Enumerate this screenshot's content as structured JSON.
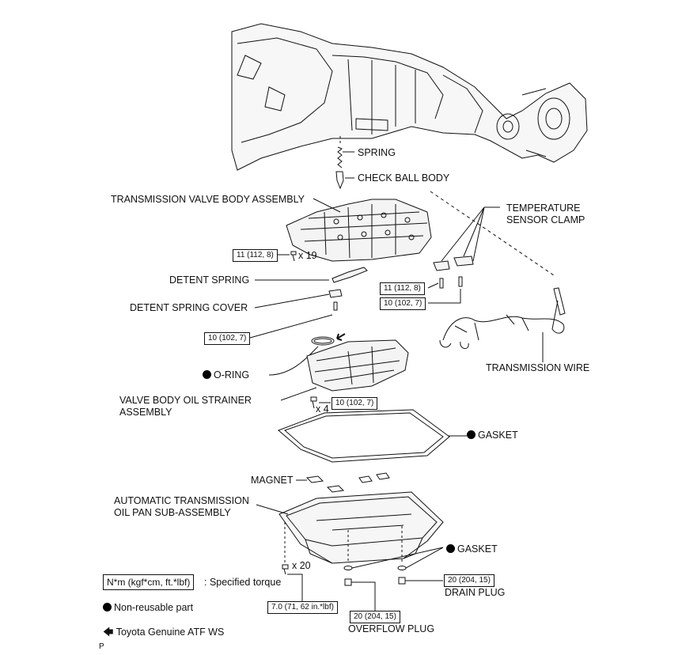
{
  "labels": {
    "spring": "SPRING",
    "check_ball_body": "CHECK BALL BODY",
    "valve_body_assembly": "TRANSMISSION VALVE BODY ASSEMBLY",
    "temperature_sensor_clamp": [
      "TEMPERATURE",
      "SENSOR CLAMP"
    ],
    "detent_spring": "DETENT SPRING",
    "detent_spring_cover": "DETENT SPRING COVER",
    "o_ring": "O-RING",
    "strainer": [
      "VALVE BODY OIL STRAINER",
      "ASSEMBLY"
    ],
    "transmission_wire": "TRANSMISSION WIRE",
    "gasket_top": "GASKET",
    "magnet": "MAGNET",
    "oil_pan": [
      "AUTOMATIC TRANSMISSION",
      "OIL PAN SUB-ASSEMBLY"
    ],
    "gasket_bottom": "GASKET",
    "drain_plug": "DRAIN PLUG",
    "overflow_plug": "OVERFLOW PLUG"
  },
  "torques": {
    "valve_body_bolts": "11 (112, 8)",
    "detent_cover_bolt": "10 (102, 7)",
    "clamp_bolt_a": "11 (112, 8)",
    "clamp_bolt_b": "10 (102, 7)",
    "strainer_bolts": "10 (102, 7)",
    "pan_bolts": "7.0 (71, 62 in.*lbf)",
    "drain_plug": "20 (204, 15)",
    "overflow_plug": "20 (204, 15)"
  },
  "quantities": {
    "valve_body_bolts": "x 19",
    "strainer_bolts": "x 4",
    "pan_bolts": "x 20"
  },
  "legend": {
    "unit_box": "N*m (kgf*cm, ft.*lbf)",
    "specified_torque": ": Specified torque",
    "non_reusable": "Non-reusable part",
    "atf": "Toyota Genuine ATF WS"
  },
  "footer": "P"
}
